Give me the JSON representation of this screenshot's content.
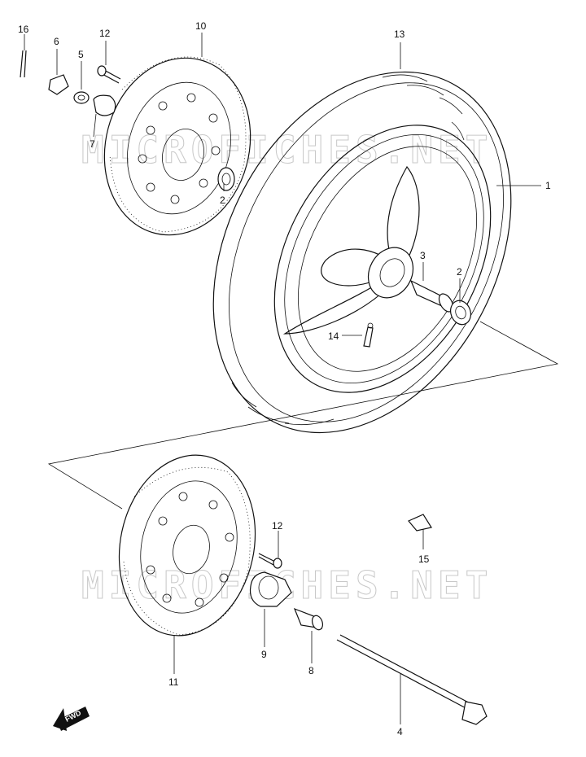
{
  "watermark": "MICROFICHES.NET",
  "fwd_label": "FWD",
  "callouts": {
    "c1": "1",
    "c2a": "2",
    "c2b": "2",
    "c3": "3",
    "c4": "4",
    "c5": "5",
    "c6": "6",
    "c7": "7",
    "c8": "8",
    "c9": "9",
    "c10": "10",
    "c11": "11",
    "c12a": "12",
    "c12b": "12",
    "c13": "13",
    "c14": "14",
    "c15": "15",
    "c16": "16"
  }
}
